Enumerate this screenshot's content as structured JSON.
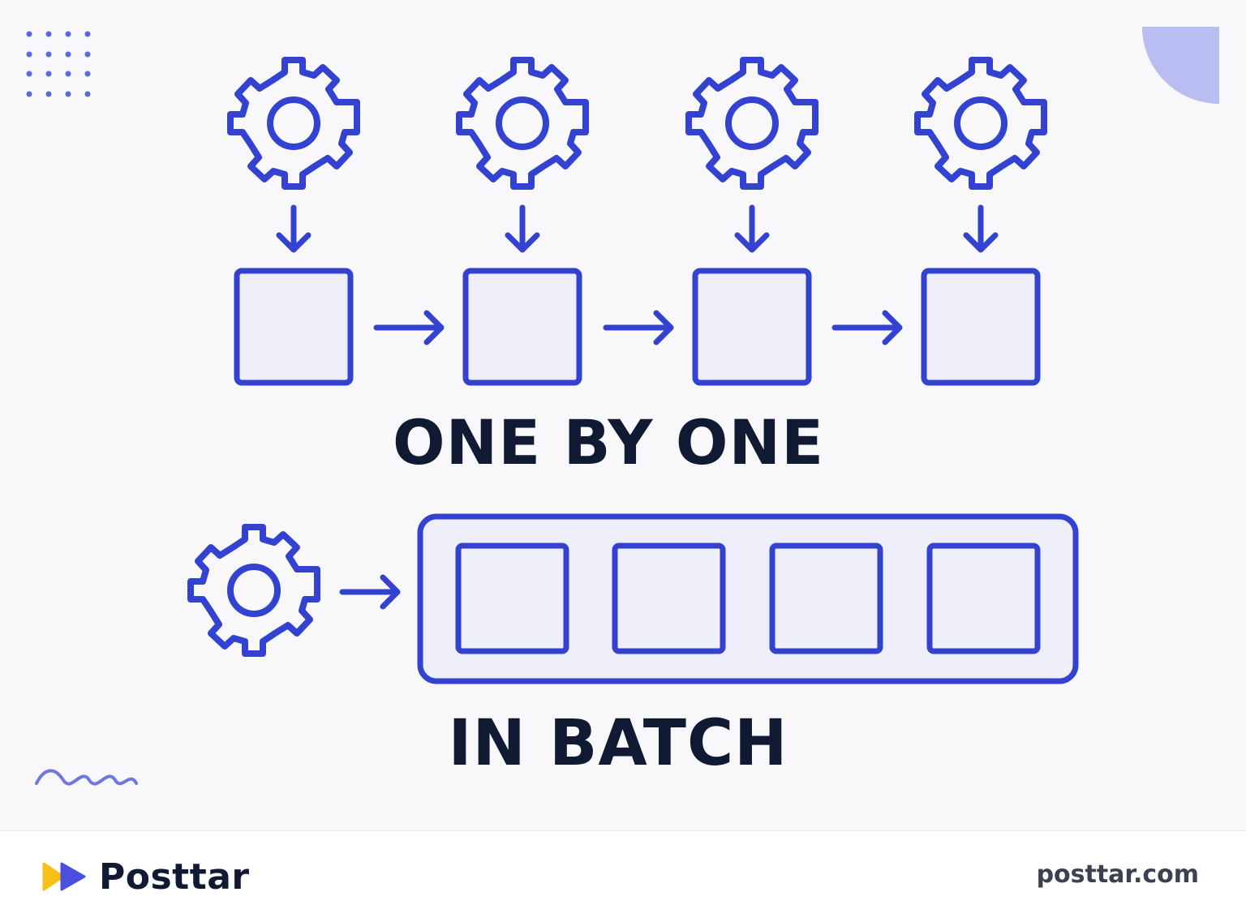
{
  "diagram": {
    "one_by_one_label": "ONE BY ONE",
    "batch_label": "IN BATCH"
  },
  "colors": {
    "accent": "#3342d1",
    "box_fill": "#eeeffb",
    "heading": "#111a33",
    "corner_shape": "#b8bdf2",
    "background": "#f8f8fa"
  },
  "icons": {
    "process": "gear-icon",
    "flow": "arrow-icon",
    "logo": "posttar-play-logo-icon"
  },
  "footer": {
    "brand_name": "Posttar",
    "url": "posttar.com"
  }
}
